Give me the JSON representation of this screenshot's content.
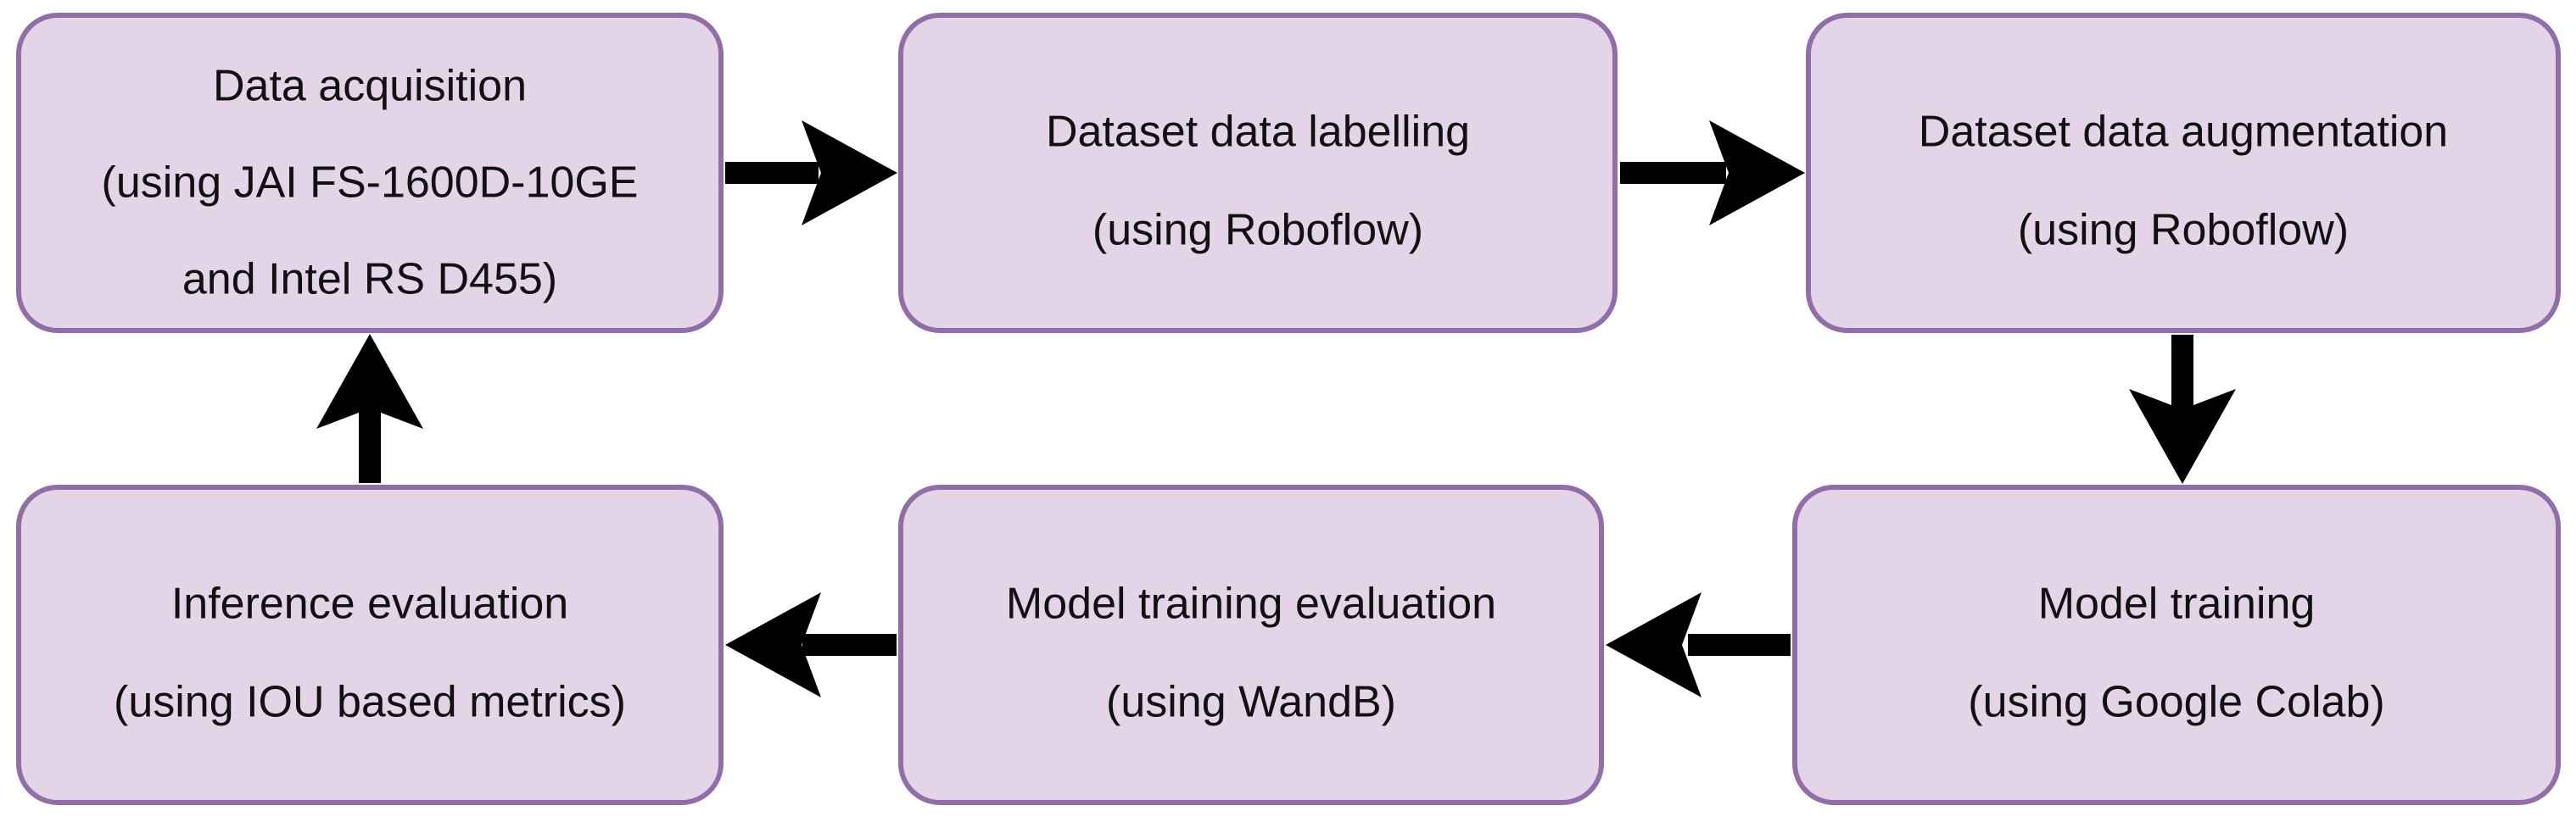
{
  "boxes": {
    "data_acquisition": {
      "line1": "Data acquisition",
      "line2": "(using JAI FS-1600D-10GE",
      "line3": "and Intel RS D455)"
    },
    "dataset_labelling": {
      "line1": "Dataset data labelling",
      "line2": "(using Roboflow)"
    },
    "dataset_augmentation": {
      "line1": "Dataset data augmentation",
      "line2": "(using Roboflow)"
    },
    "model_training": {
      "line1": "Model training",
      "line2": "(using Google Colab)"
    },
    "model_training_evaluation": {
      "line1": "Model training evaluation",
      "line2": "(using WandB)"
    },
    "inference_evaluation": {
      "line1": "Inference evaluation",
      "line2": "(using IOU based metrics)"
    }
  },
  "colors": {
    "box_fill": "#e3d4e8",
    "box_border": "#926ea8",
    "arrow": "#000000",
    "text": "#111111"
  }
}
